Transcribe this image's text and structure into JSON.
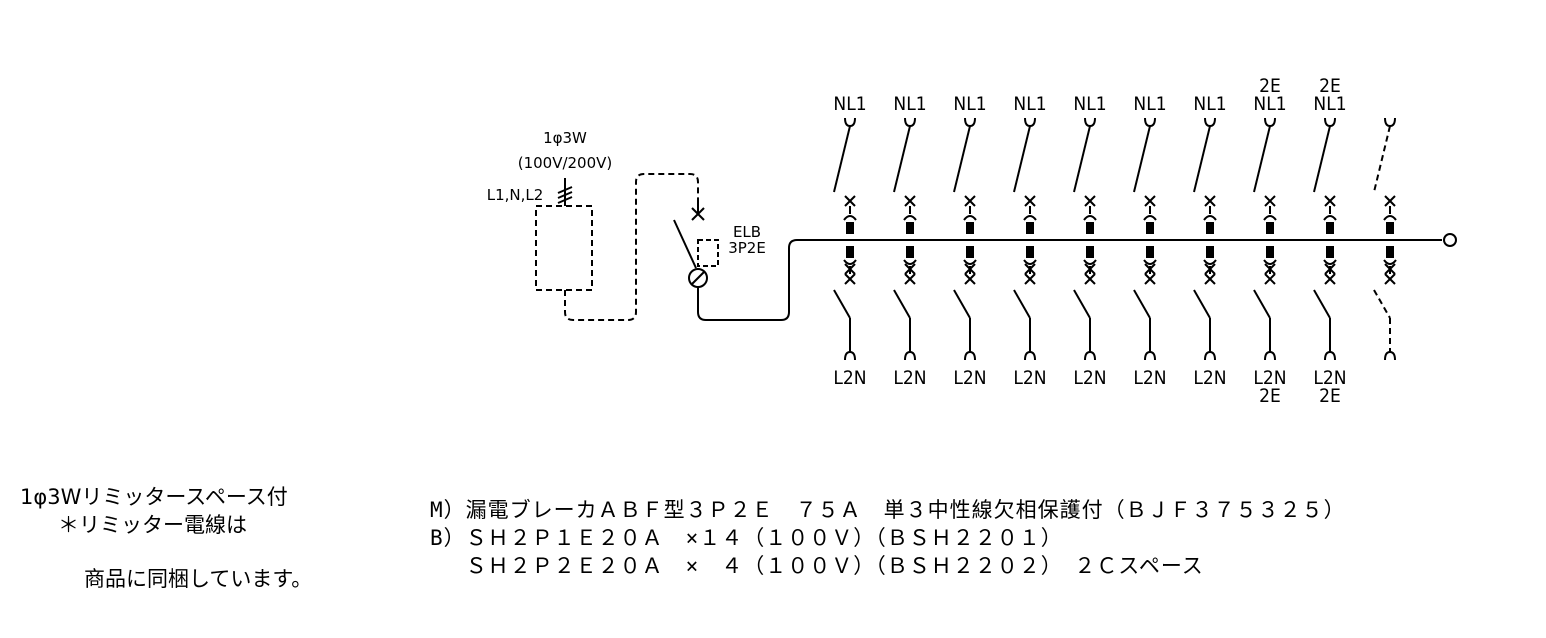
{
  "supply": {
    "system": "1φ3W",
    "voltage": "(100V/200V)",
    "lines": "L1,N,L2"
  },
  "main_breaker": {
    "label": "ELB",
    "poles": "3P2E"
  },
  "branches": [
    {
      "top": [
        "NL1"
      ],
      "bottom": [
        "L2N"
      ],
      "space": false
    },
    {
      "top": [
        "NL1"
      ],
      "bottom": [
        "L2N"
      ],
      "space": false
    },
    {
      "top": [
        "NL1"
      ],
      "bottom": [
        "L2N"
      ],
      "space": false
    },
    {
      "top": [
        "NL1"
      ],
      "bottom": [
        "L2N"
      ],
      "space": false
    },
    {
      "top": [
        "NL1"
      ],
      "bottom": [
        "L2N"
      ],
      "space": false
    },
    {
      "top": [
        "NL1"
      ],
      "bottom": [
        "L2N"
      ],
      "space": false
    },
    {
      "top": [
        "NL1"
      ],
      "bottom": [
        "L2N"
      ],
      "space": false
    },
    {
      "top": [
        "2E",
        "NL1"
      ],
      "bottom": [
        "L2N",
        "2E"
      ],
      "space": false
    },
    {
      "top": [
        "2E",
        "NL1"
      ],
      "bottom": [
        "L2N",
        "2E"
      ],
      "space": false
    },
    {
      "top": [],
      "bottom": [],
      "space": true
    }
  ],
  "notes": {
    "line1": "1φ3Wリミッタースペース付",
    "line2": "＊リミッター電線は",
    "line3": "商品に同梱しています。"
  },
  "spec": {
    "main": "M）漏電ブレーカＡＢＦ型３Ｐ２Ｅ　７５Ａ　単３中性線欠相保護付（ＢＪＦ３７５３２５）",
    "branch1": "B）ＳＨ２Ｐ１Ｅ２０Ａ　×１４（１００Ｖ）（ＢＳＨ２２０１）",
    "branch2": "　 ＳＨ２Ｐ２Ｅ２０Ａ　×　４（１００Ｖ）（ＢＳＨ２２０２）　２Ｃスペース"
  }
}
